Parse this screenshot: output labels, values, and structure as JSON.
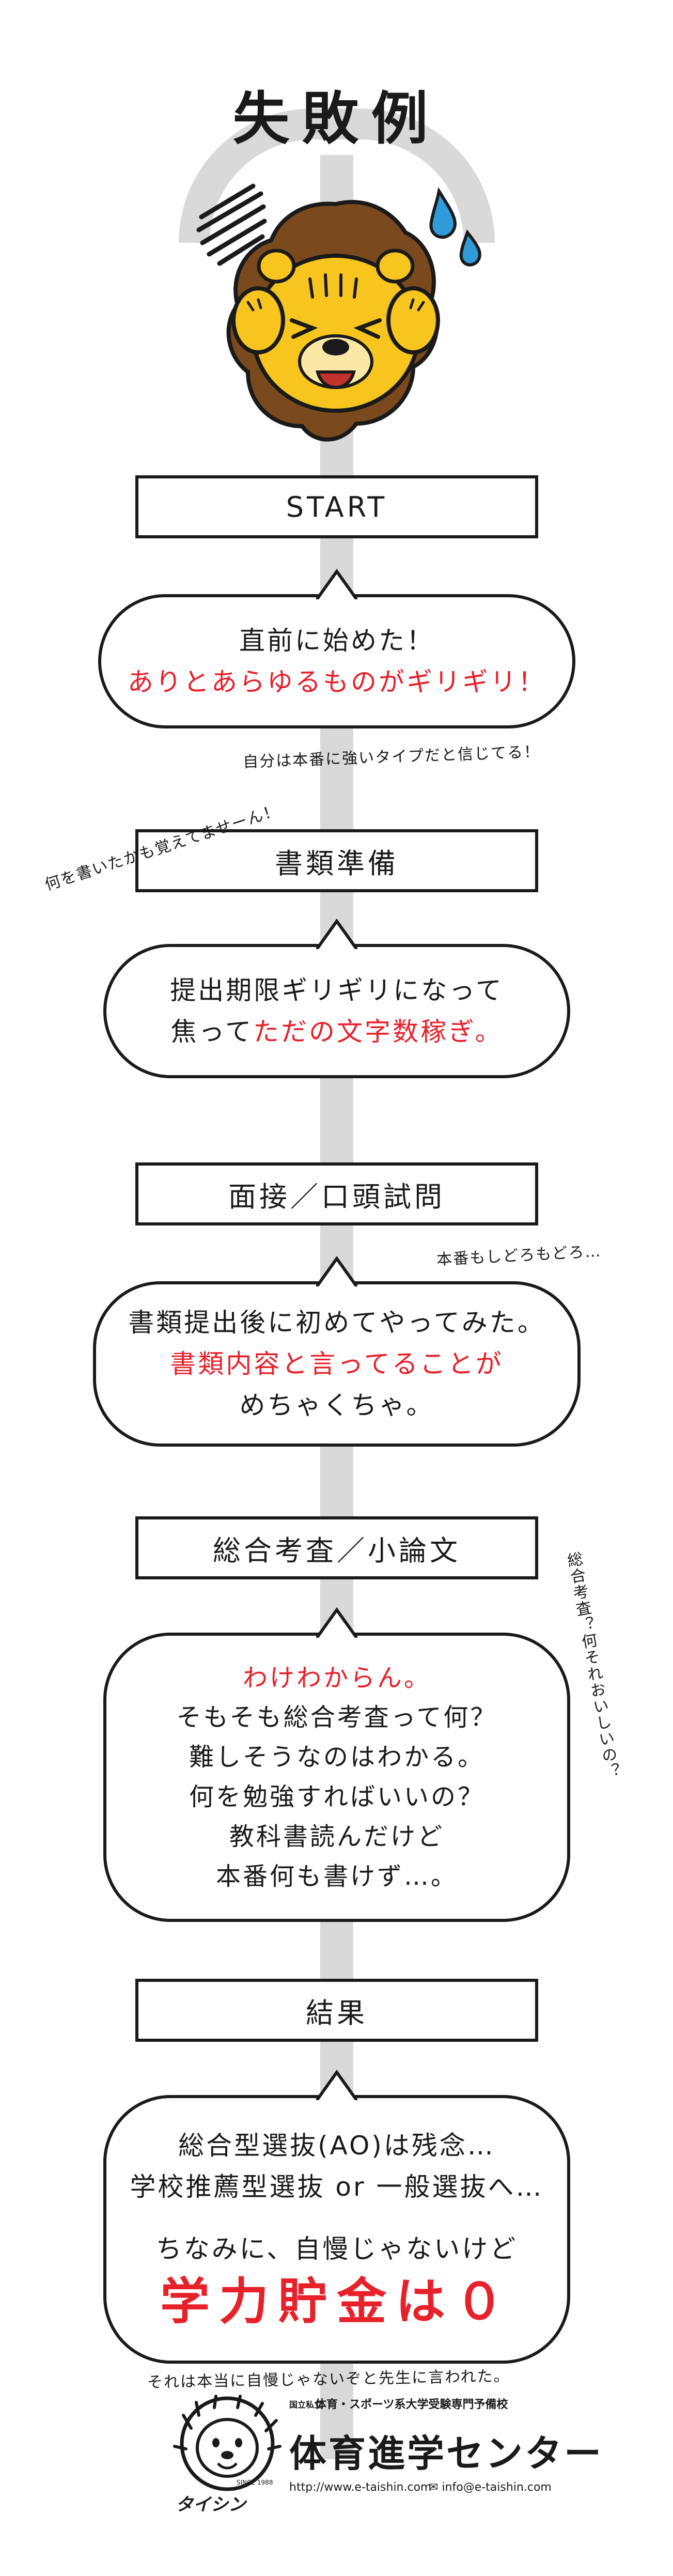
{
  "title": "失敗例",
  "steps": [
    {
      "label": "START",
      "lines": [
        {
          "text": "直前に始めた！",
          "color": "#1a1a1a"
        },
        {
          "text": "ありとあらゆるものがギリギリ！",
          "color": "#e8202a"
        }
      ],
      "note": "自分は本番に強いタイプだと信じてる！"
    },
    {
      "label": "書類準備",
      "lines": [
        {
          "text": "提出期限ギリギリになって"
        },
        {
          "text_a": "焦って",
          "text_b": "ただの文字数稼ぎ。"
        }
      ],
      "note": "何を書いたかも覚えてませーん！"
    },
    {
      "label": "面接／口頭試問",
      "lines": [
        {
          "text": "書類提出後に初めてやってみた。",
          "color": "#1a1a1a"
        },
        {
          "text": "書類内容と言ってることが",
          "color": "#e8202a"
        },
        {
          "text": "めちゃくちゃ。",
          "color": "#1a1a1a"
        }
      ],
      "note": "本番もしどろもどろ…"
    },
    {
      "label": "総合考査／小論文",
      "lines": [
        {
          "text": "わけわからん。",
          "color": "#e8202a"
        },
        {
          "text": "そもそも総合考査って何？",
          "color": "#1a1a1a"
        },
        {
          "text": "難しそうなのはわかる。",
          "color": "#1a1a1a"
        },
        {
          "text": "何を勉強すればいいの？",
          "color": "#1a1a1a"
        },
        {
          "text": "教科書読んだけど",
          "color": "#1a1a1a"
        },
        {
          "text": "本番何も書けず…。",
          "color": "#1a1a1a"
        }
      ],
      "note": "総合考査？何それおいしいの？"
    },
    {
      "label": "結果",
      "lines": [
        {
          "text": "総合型選抜(AO)は残念…"
        },
        {
          "text": "学校推薦型選抜 or 一般選抜へ…"
        },
        {
          "text": "ちなみに、自慢じゃないけど"
        },
        {
          "text": "学力貯金は０"
        }
      ],
      "note": "それは本当に自慢じゃないぞと先生に言われた。"
    }
  ],
  "footer": {
    "tag_sub": "国立私立",
    "tag": "体育・スポーツ系大学受験専門予備校",
    "brand": "体育進学センター",
    "mascot_label": "タイシン",
    "url": "http://www.e-taishin.com",
    "email": "info@e-taishin.com",
    "since": "SINCE 1988"
  },
  "colors": {
    "accent_red": "#e8202a",
    "lion_yellow": "#f7c51e",
    "mane_brown": "#7a4a1e",
    "sweat_blue": "#2f9bd8",
    "spine_gray": "#d9d9d9"
  }
}
